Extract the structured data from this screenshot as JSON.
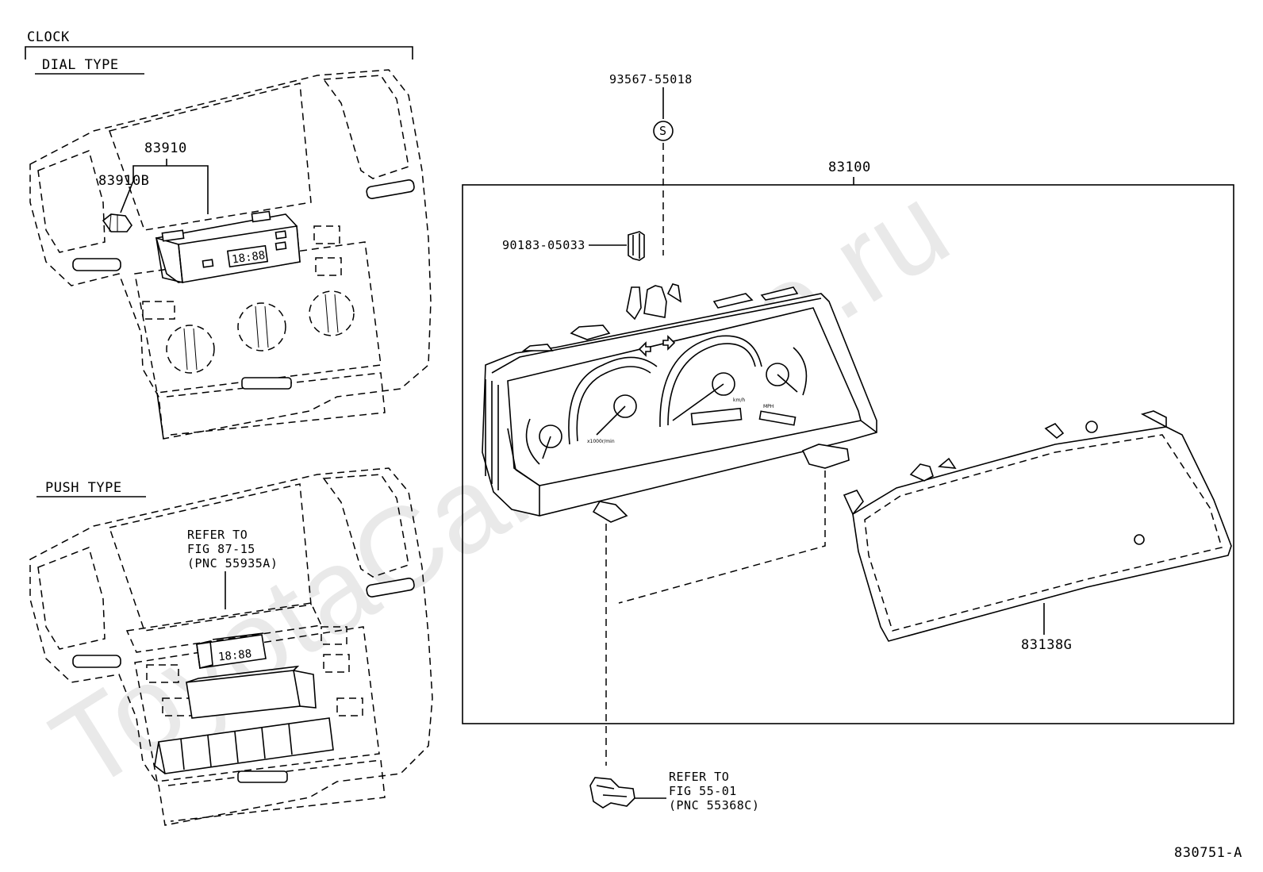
{
  "watermark": "ToyotaCarOnline.ru",
  "clock_section": {
    "heading": "CLOCK",
    "dial_type_label": "DIAL TYPE",
    "push_type_label": "PUSH TYPE",
    "clock_display": "18:88"
  },
  "parts": {
    "p83910": "83910",
    "p83910B": "83910B",
    "p93567": "93567-55018",
    "s_symbol": "S",
    "p90183": "90183-05033",
    "p83100": "83100",
    "p83138G": "83138G"
  },
  "refer_push": {
    "line1": "REFER TO",
    "line2": "FIG 87-15",
    "line3": "(PNC 55935A)"
  },
  "refer_bracket": {
    "line1": "REFER TO",
    "line2": "FIG 55-01",
    "line3": "(PNC 55368C)"
  },
  "meter_marks": {
    "tach_unit": "x1000r/min",
    "speed_unit": "km/h",
    "mph": "MPH"
  },
  "figure_code": "830751-A"
}
